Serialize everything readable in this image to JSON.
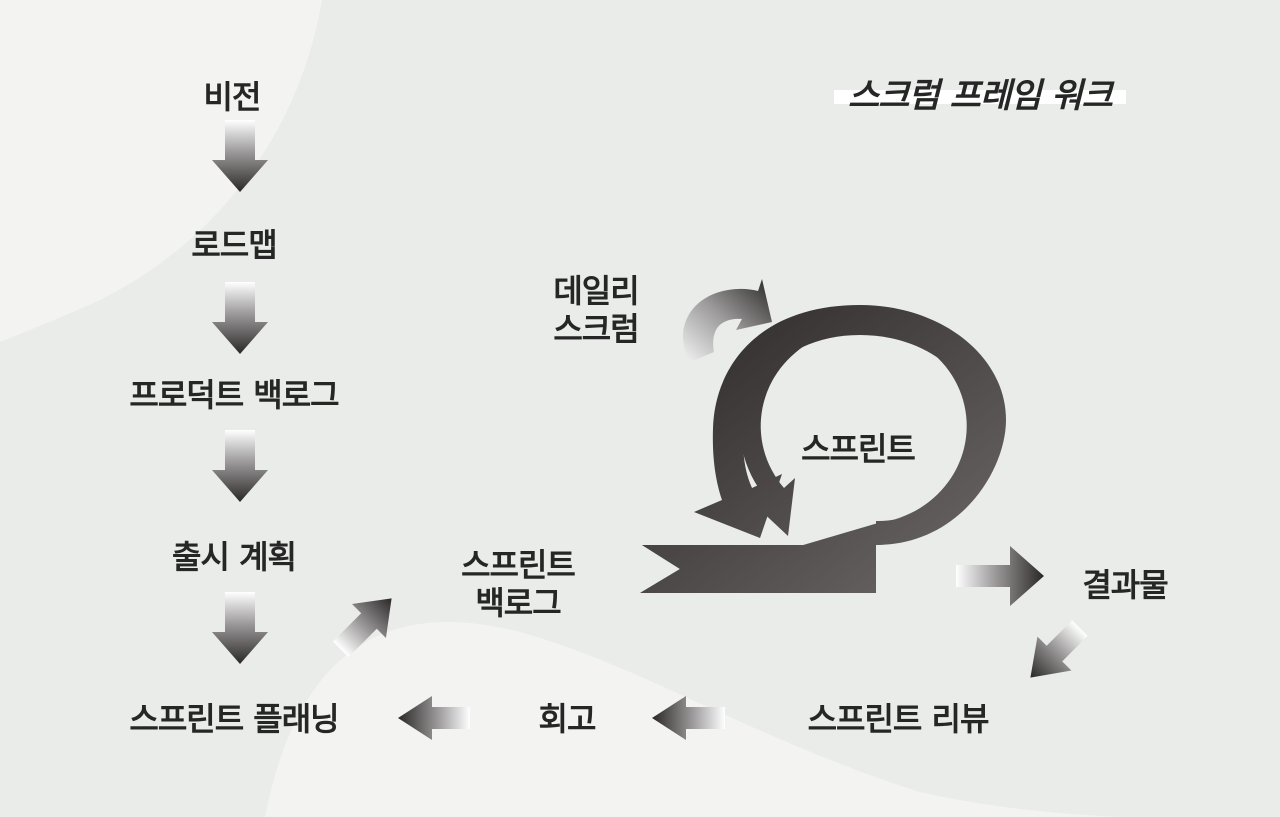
{
  "title": "스크럼 프레임 워크",
  "steps": {
    "vision": "비전",
    "roadmap": "로드맵",
    "product_backlog": "프로덕트 백로그",
    "release_plan": "출시 계획",
    "sprint_planning": "스프린트 플래닝",
    "sprint_backlog": "스프린트\n백로그",
    "daily_scrum": "데일리\n스크럼",
    "sprint": "스프린트",
    "result": "결과물",
    "sprint_review": "스프린트 리뷰",
    "retrospective": "회고"
  },
  "colors": {
    "background": "#e9ece9",
    "panel": "#f3f4f2",
    "arrow_dark": "#2a2727",
    "text": "#262626"
  }
}
